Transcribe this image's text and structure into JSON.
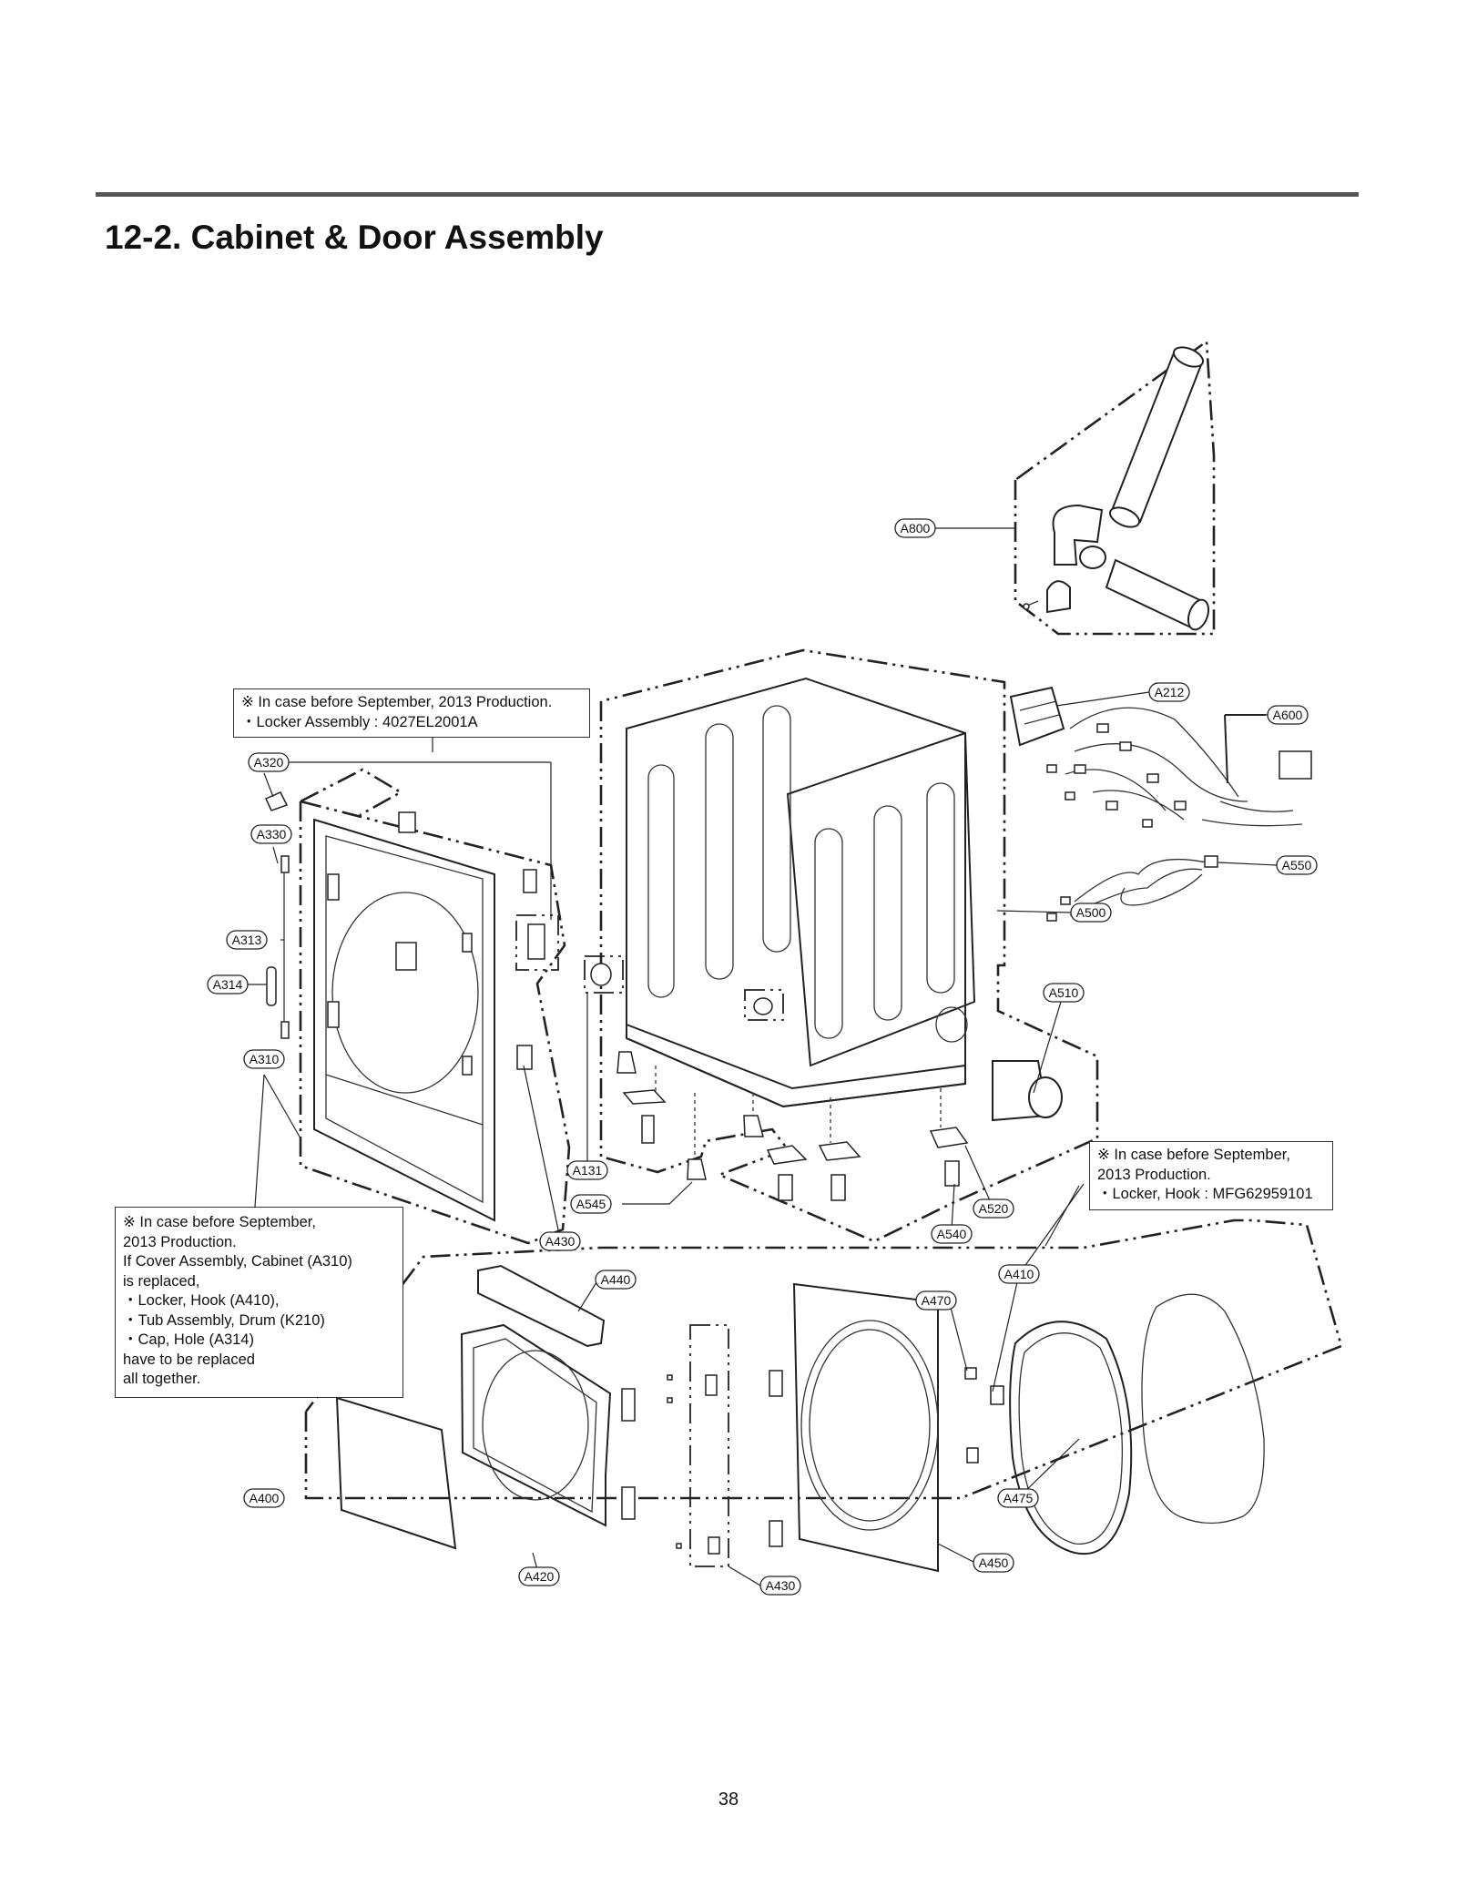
{
  "page": {
    "title": "12-2. Cabinet & Door Assembly",
    "page_number": "38"
  },
  "notes": {
    "locker_assembly": {
      "line1": "※ In case before September, 2013 Production.",
      "line2": "・Locker Assembly : 4027EL2001A"
    },
    "locker_hook": {
      "line1": "※ In case before September,",
      "line2": "2013 Production.",
      "line3": "・Locker, Hook : MFG62959101"
    },
    "cover_replacement": {
      "line1": "※ In case before September,",
      "line2": "2013 Production.",
      "line3": "If Cover Assembly, Cabinet (A310)",
      "line4": "is replaced,",
      "line5": "・Locker, Hook (A410),",
      "line6": "・Tub Assembly, Drum (K210)",
      "line7": "・Cap, Hole (A314)",
      "line8": "have to be replaced",
      "line9": "all together."
    }
  },
  "parts": {
    "a800": "A800",
    "a212": "A212",
    "a600": "A600",
    "a550": "A550",
    "a500": "A500",
    "a510": "A510",
    "a320": "A320",
    "a330": "A330",
    "a313": "A313",
    "a314": "A314",
    "a310": "A310",
    "a131": "A131",
    "a545": "A545",
    "a430_top": "A430",
    "a520": "A520",
    "a540": "A540",
    "a410": "A410",
    "a440": "A440",
    "a470": "A470",
    "a475": "A475",
    "a450": "A450",
    "a420": "A420",
    "a430_bottom": "A430",
    "a400": "A400"
  }
}
